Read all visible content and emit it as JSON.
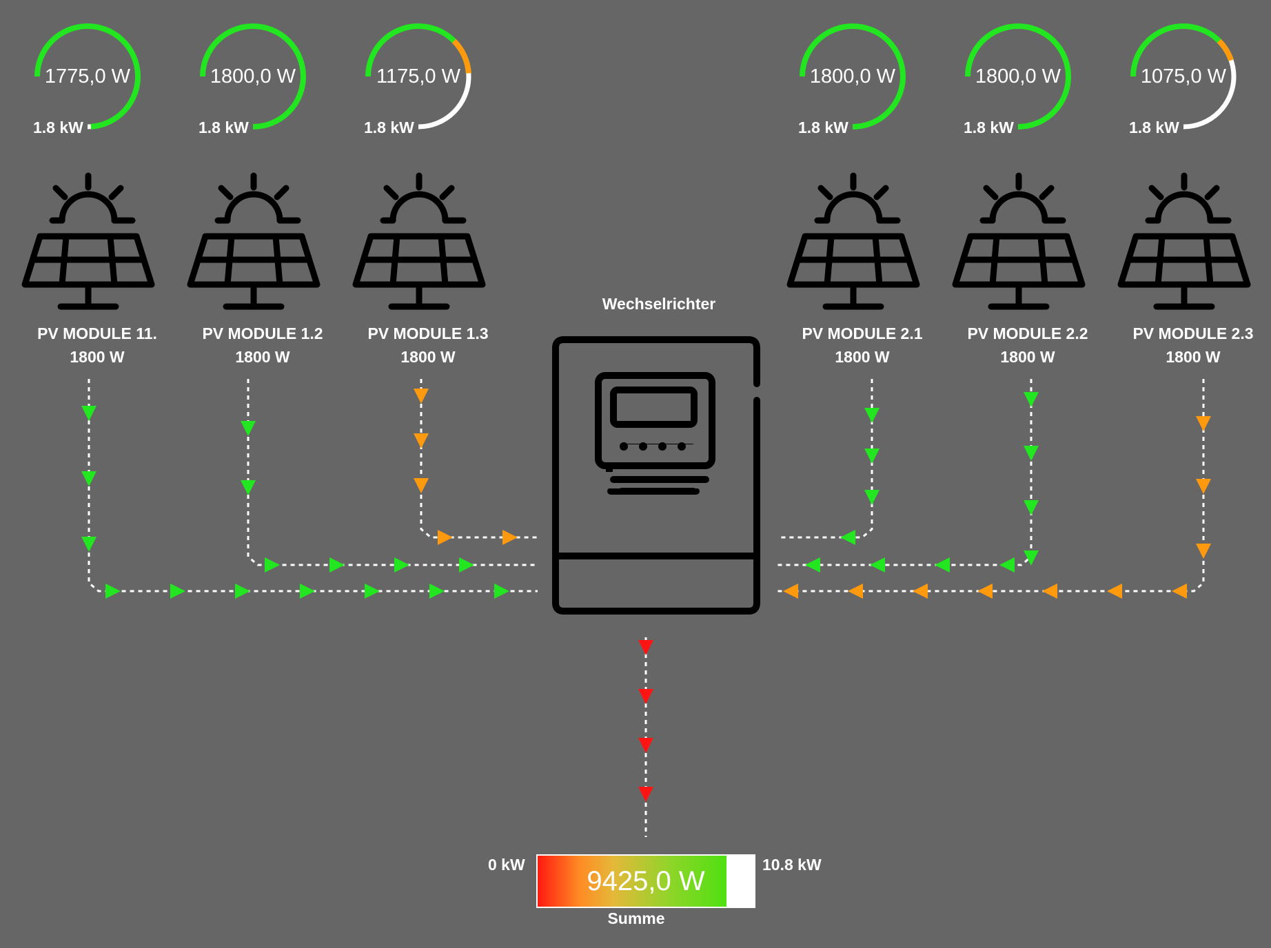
{
  "colors": {
    "background": "#666666",
    "ok": "#22e61f",
    "warn": "#ff9a0f",
    "output": "#ff1414",
    "track": "#ffffff"
  },
  "inverter": {
    "title": "Wechselrichter"
  },
  "modules": [
    {
      "id": "m11",
      "gauge_value": "1775,0 W",
      "gauge_max": "1.8 kW",
      "fraction": 0.986,
      "level": "ok",
      "name": "PV MODULE 11.",
      "rating": "1800 W"
    },
    {
      "id": "m12",
      "gauge_value": "1800,0 W",
      "gauge_max": "1.8 kW",
      "fraction": 1.0,
      "level": "ok",
      "name": "PV MODULE 1.2",
      "rating": "1800 W"
    },
    {
      "id": "m13",
      "gauge_value": "1175,0 W",
      "gauge_max": "1.8 kW",
      "fraction": 0.653,
      "level": "warn",
      "name": "PV MODULE 1.3",
      "rating": "1800 W"
    },
    {
      "id": "m21",
      "gauge_value": "1800,0 W",
      "gauge_max": "1.8 kW",
      "fraction": 1.0,
      "level": "ok",
      "name": "PV MODULE 2.1",
      "rating": "1800 W"
    },
    {
      "id": "m22",
      "gauge_value": "1800,0 W",
      "gauge_max": "1.8 kW",
      "fraction": 1.0,
      "level": "ok",
      "name": "PV MODULE 2.2",
      "rating": "1800 W"
    },
    {
      "id": "m23",
      "gauge_value": "1075,0 W",
      "gauge_max": "1.8 kW",
      "fraction": 0.597,
      "level": "warn",
      "name": "PV MODULE 2.3",
      "rating": "1800 W"
    }
  ],
  "total": {
    "value": "9425,0 W",
    "min_label": "0 kW",
    "max_label": "10.8 kW",
    "fraction": 0.873,
    "caption": "Summe"
  }
}
